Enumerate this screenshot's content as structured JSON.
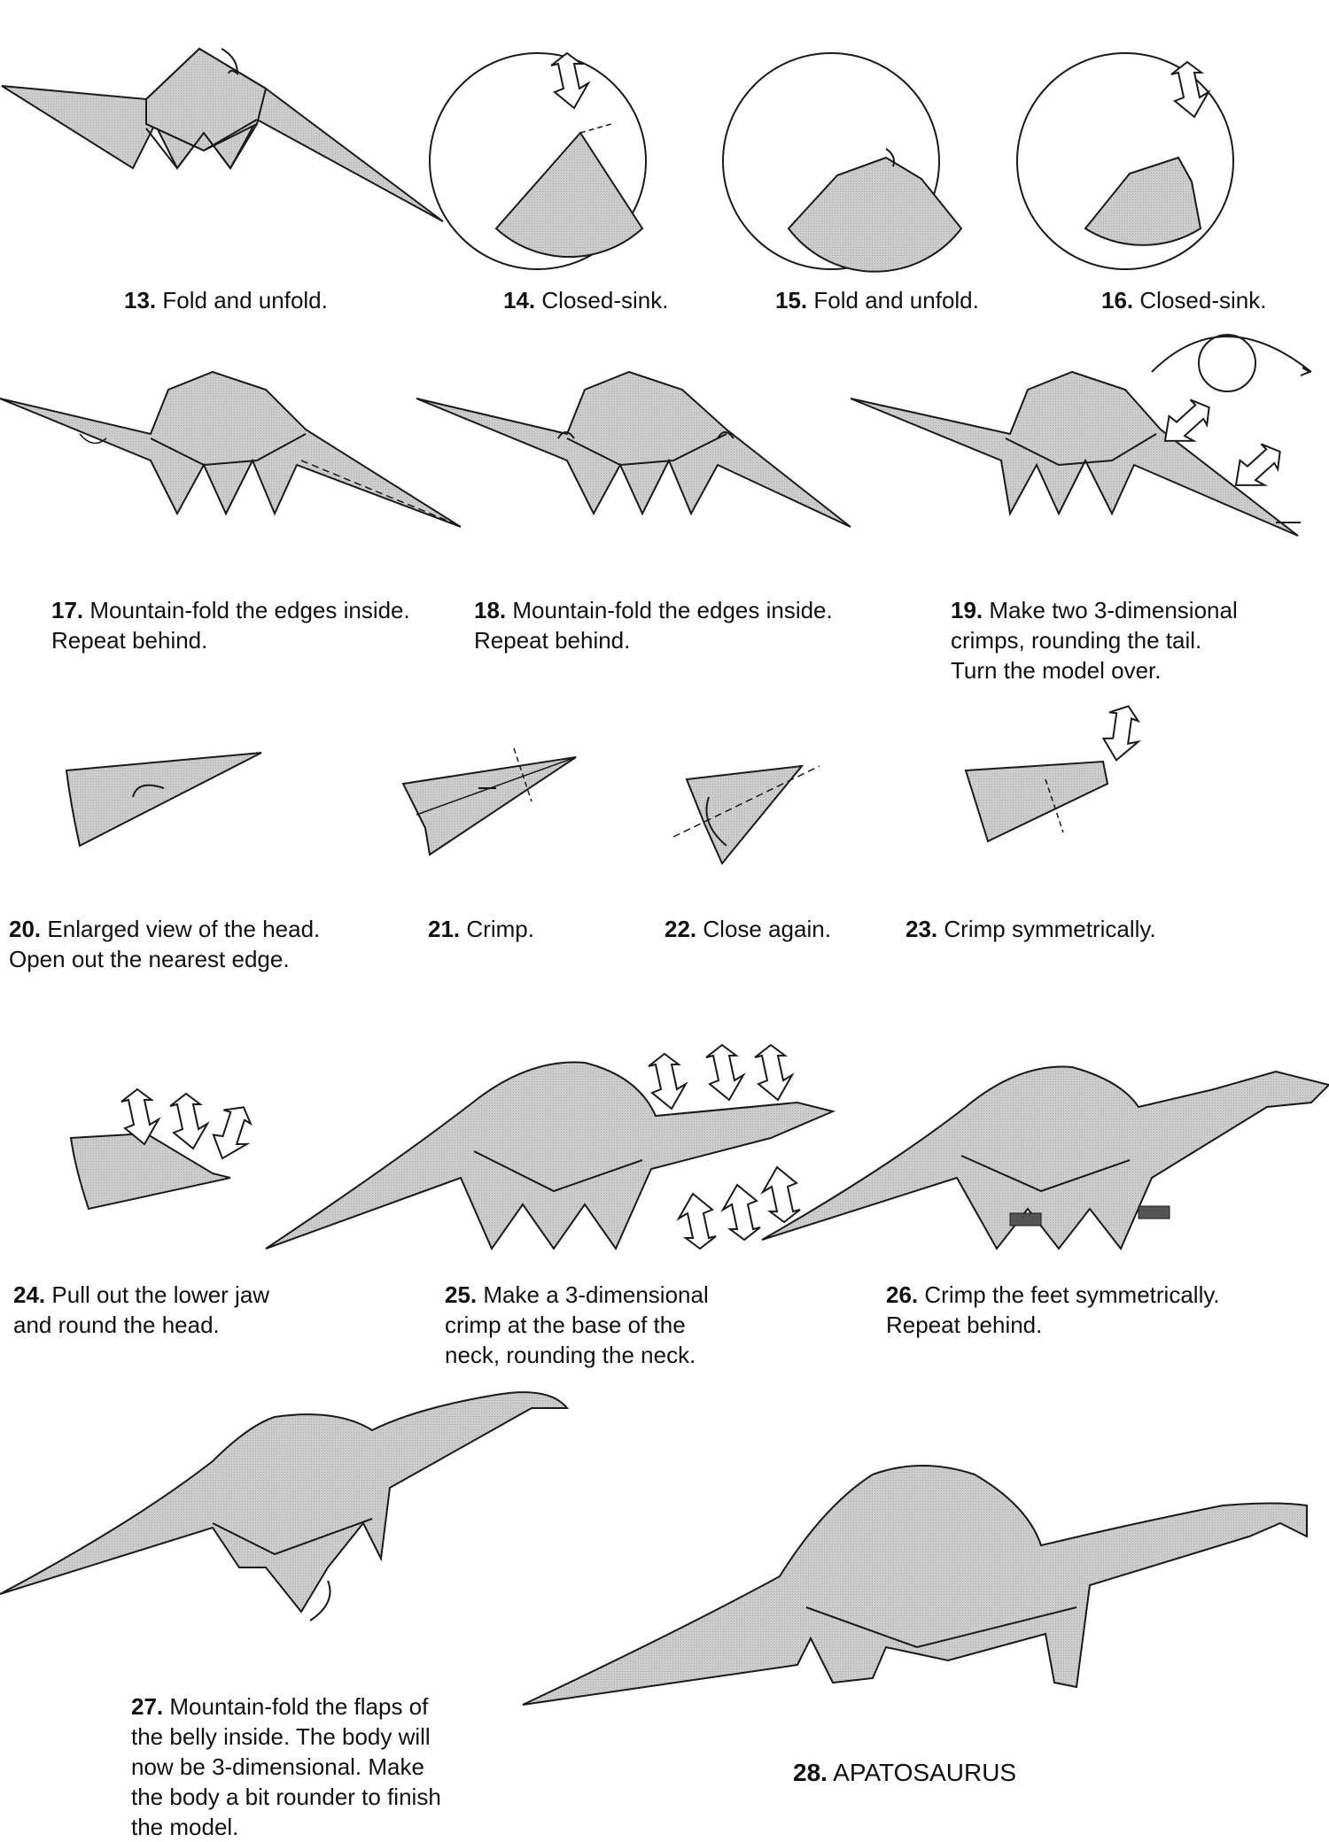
{
  "colors": {
    "paper": "#c8c8c8",
    "line": "#1a1a1a",
    "arrow": "#ffffff",
    "pull": "#555555"
  },
  "steps": [
    {
      "num": "13.",
      "lines": [
        "Fold and unfold."
      ]
    },
    {
      "num": "14.",
      "lines": [
        "Closed-sink."
      ]
    },
    {
      "num": "15.",
      "lines": [
        "Fold and unfold."
      ]
    },
    {
      "num": "16.",
      "lines": [
        "Closed-sink."
      ]
    },
    {
      "num": "17.",
      "lines": [
        "Mountain-fold the edges inside.",
        "Repeat behind."
      ]
    },
    {
      "num": "18.",
      "lines": [
        "Mountain-fold the edges inside.",
        "Repeat behind."
      ]
    },
    {
      "num": "19.",
      "lines": [
        "Make two 3-dimensional",
        "crimps, rounding the tail.",
        "Turn the model over."
      ]
    },
    {
      "num": "20.",
      "lines": [
        "Enlarged view of the head.",
        "Open out the nearest edge."
      ]
    },
    {
      "num": "21.",
      "lines": [
        "Crimp."
      ]
    },
    {
      "num": "22.",
      "lines": [
        "Close again."
      ]
    },
    {
      "num": "23.",
      "lines": [
        "Crimp symmetrically."
      ]
    },
    {
      "num": "24.",
      "lines": [
        "Pull out the lower jaw",
        "and round the head."
      ]
    },
    {
      "num": "25.",
      "lines": [
        "Make a 3-dimensional",
        "crimp at the base of the",
        "neck, rounding the neck."
      ]
    },
    {
      "num": "26.",
      "lines": [
        "Crimp the feet symmetrically.",
        "Repeat behind."
      ]
    },
    {
      "num": "27.",
      "lines": [
        "Mountain-fold the flaps of",
        "the belly inside. The body will",
        "now be 3-dimensional. Make",
        "the body a bit rounder to finish",
        "the model."
      ]
    },
    {
      "num": "28.",
      "lines": [
        "APATOSAURUS"
      ]
    }
  ]
}
